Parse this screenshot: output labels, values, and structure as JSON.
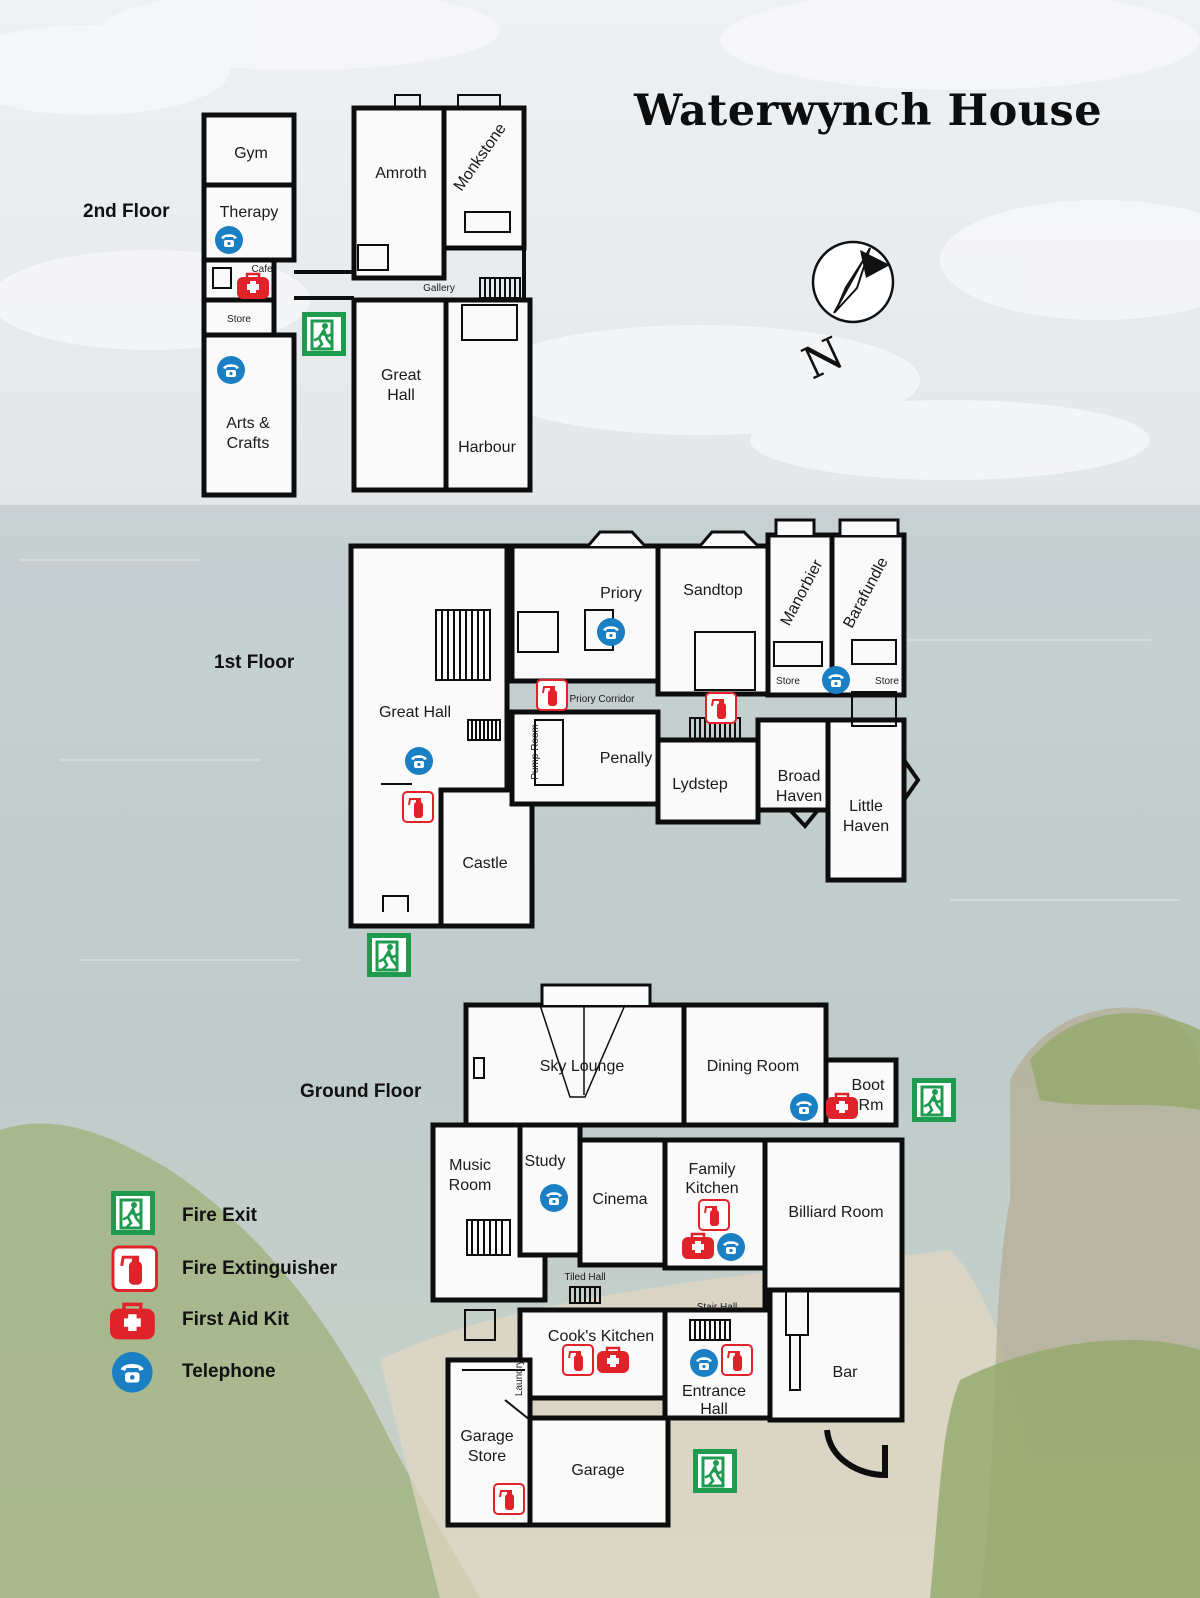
{
  "title": "Waterwynch House",
  "compass_letter": "N",
  "colors": {
    "wall": "#0d0d0d",
    "fire_exit": "#1e9b4f",
    "fire_red": "#e0232b",
    "telephone": "#1b7fc3",
    "sky": "#e8ecef",
    "sea": "#b9c8c8",
    "cliff": "#8fa36a"
  },
  "floors": {
    "second": {
      "label": "2nd Floor",
      "rooms": [
        "Gym",
        "Therapy",
        "Cafe",
        "Store",
        "Arts &",
        "Crafts",
        "Amroth",
        "Monkstone",
        "Gallery",
        "Great",
        "Hall",
        "Harbour"
      ]
    },
    "first": {
      "label": "1st Floor",
      "rooms": [
        "Great Hall",
        "Priory",
        "Sandtop",
        "Manorbier",
        "Barafundle",
        "Store",
        "Store",
        "Priory Corridor",
        "Pump Room",
        "Penally",
        "Lydstep",
        "Broad",
        "Haven",
        "Little",
        "Haven",
        "Castle"
      ]
    },
    "ground": {
      "label": "Ground Floor",
      "rooms": [
        "Sky Lounge",
        "Dining Room",
        "Boot",
        "Rm",
        "Music",
        "Room",
        "Study",
        "Cinema",
        "Family",
        "Kitchen",
        "Billiard Room",
        "Tiled Hall",
        "Stair Hall",
        "Cook's Kitchen",
        "Entrance",
        "Hall",
        "Bar",
        "Laundry",
        "Garage",
        "Store",
        "Garage"
      ]
    }
  },
  "legend": [
    {
      "icon": "fire-exit-icon",
      "label": "Fire Exit"
    },
    {
      "icon": "fire-extinguisher-icon",
      "label": "Fire Extinguisher"
    },
    {
      "icon": "first-aid-kit-icon",
      "label": "First Aid Kit"
    },
    {
      "icon": "telephone-icon",
      "label": "Telephone"
    }
  ]
}
